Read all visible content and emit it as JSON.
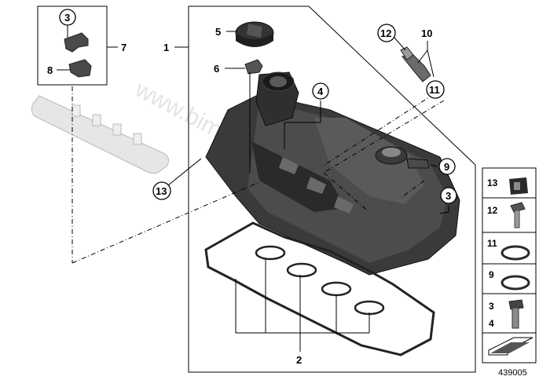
{
  "callouts": {
    "c1": "1",
    "c2": "2",
    "c3": "3",
    "c4": "4",
    "c5": "5",
    "c6": "6",
    "c7": "7",
    "c8": "8",
    "c9": "9",
    "c10": "10",
    "c11": "11",
    "c12": "12",
    "c13": "13"
  },
  "legend": {
    "rows": [
      {
        "label": "13",
        "icon": "grommet-icon"
      },
      {
        "label": "12",
        "icon": "bolt-icon"
      },
      {
        "label": "11",
        "icon": "o-ring-icon"
      },
      {
        "label": "9",
        "icon": "o-ring-icon"
      },
      {
        "label_top": "3",
        "label_bottom": "4",
        "icon": "stud-bolt-icon"
      }
    ],
    "arrow_icon": "direction-arrow-icon"
  },
  "diagram_id": "439005",
  "watermark": "www.bimmer.pl",
  "colors": {
    "part_dark": "#2e2e2e",
    "part_mid": "#4a4a4a",
    "part_light": "#7a7a7a",
    "rail": "#e4e4e4",
    "watermark": "#cfcfcf"
  }
}
